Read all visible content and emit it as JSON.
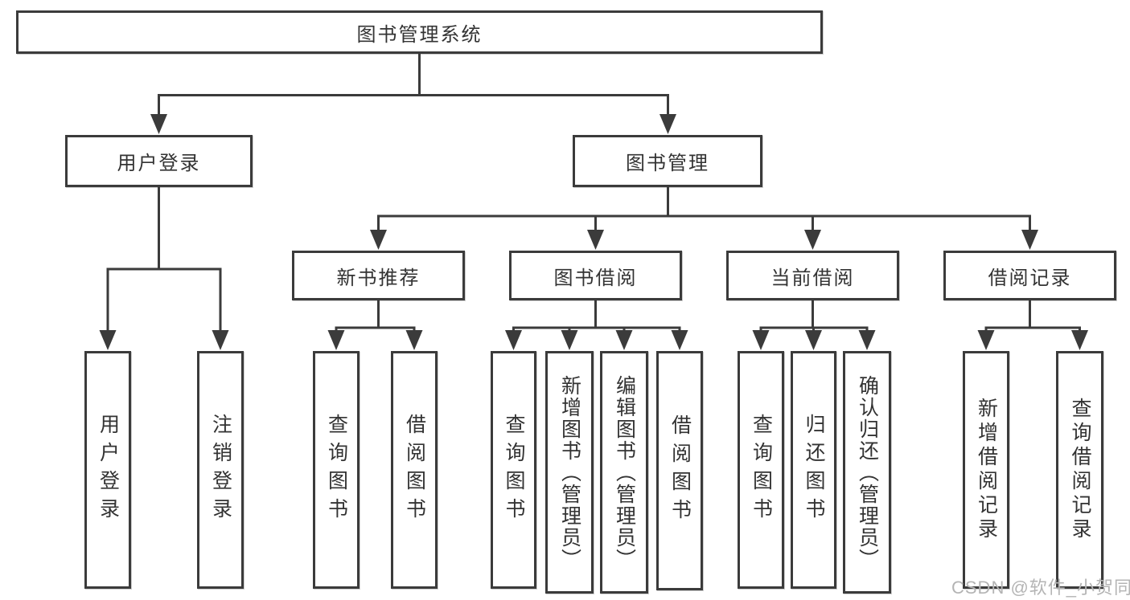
{
  "diagram": {
    "root": "图书管理系统",
    "level2": {
      "user_login": "用户登录",
      "book_management": "图书管理"
    },
    "level3": {
      "new_book_recommend": "新书推荐",
      "book_borrowing": "图书借阅",
      "current_borrowing": "当前借阅",
      "borrowing_records": "借阅记录"
    },
    "leaves": {
      "user_login": [
        "用户登录",
        "注销登录"
      ],
      "new_book_recommend": [
        "查询图书",
        "借阅图书"
      ],
      "book_borrowing": [
        "查询图书",
        "新增图书（管理员）",
        "编辑图书（管理员）",
        "借阅图书"
      ],
      "current_borrowing": [
        "查询图书",
        "归还图书",
        "确认归还（管理员）"
      ],
      "borrowing_records": [
        "新增借阅记录",
        "查询借阅记录"
      ]
    },
    "colors": {
      "line": "#3b3b3b",
      "text": "#333333",
      "watermark": "#b4b4b4",
      "background": "#ffffff"
    }
  },
  "watermark": "CSDN @软件_小贺同学"
}
